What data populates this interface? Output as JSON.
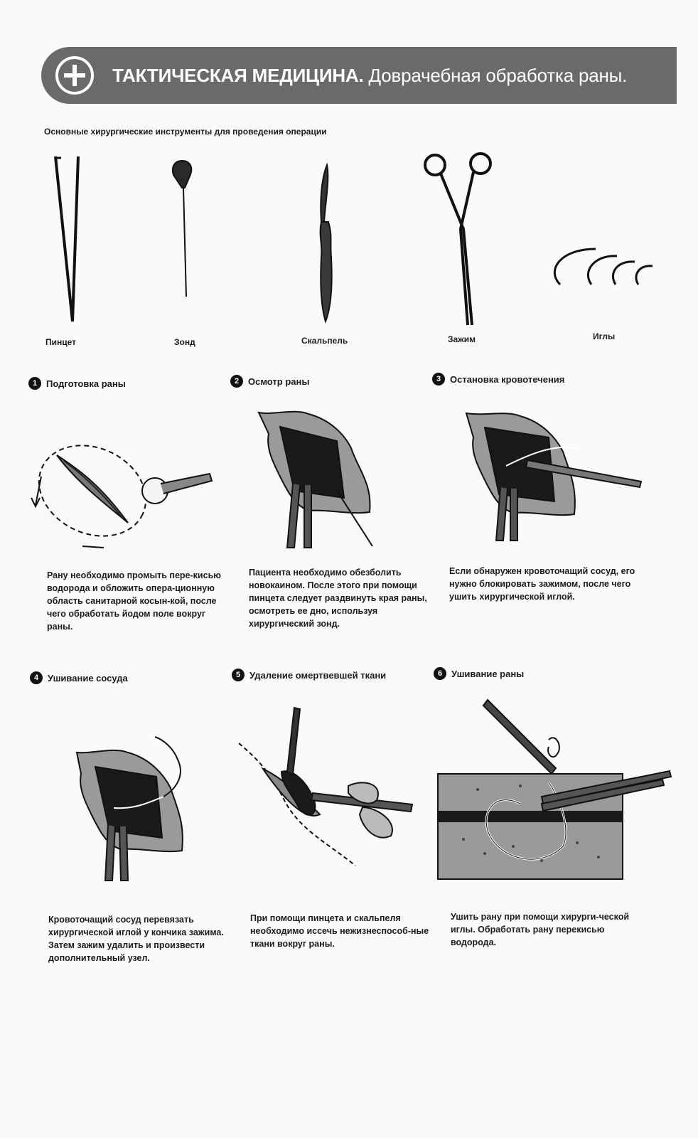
{
  "header": {
    "title_main": "ТАКТИЧЕСКАЯ МЕДИЦИНА.",
    "title_sub": " Доврачебная обработка раны."
  },
  "instruments": {
    "heading": "Основные хирургические инструменты для проведения операции",
    "items": [
      {
        "label": "Пинцет",
        "icon": "tweezers-icon"
      },
      {
        "label": "Зонд",
        "icon": "probe-icon"
      },
      {
        "label": "Скальпель",
        "icon": "scalpel-icon"
      },
      {
        "label": "Зажим",
        "icon": "clamp-icon"
      },
      {
        "label": "Иглы",
        "icon": "needles-icon"
      }
    ]
  },
  "steps": [
    {
      "num": "1",
      "title": "Подготовка раны",
      "text": "Рану необходимо промыть пере-кисью водорода и обложить опера-ционную область санитарной косын-кой, после чего обработать йодом поле вокруг раны."
    },
    {
      "num": "2",
      "title": "Осмотр раны",
      "text": "Пациента необходимо обезболить новокаином. После этого при помощи пинцета следует раздвинуть края раны, осмотреть ее дно, используя хирургический зонд."
    },
    {
      "num": "3",
      "title": "Остановка кровотечения",
      "text": "Если обнаружен кровоточащий сосуд, его нужно блокировать зажимом, после чего ушить хирургической иглой."
    },
    {
      "num": "4",
      "title": "Ушивание сосуда",
      "text": "Кровоточащий сосуд перевязать хирургической иглой у кончика зажима. Затем зажим удалить и произвести дополнительный узел."
    },
    {
      "num": "5",
      "title": "Удаление омертвевшей ткани",
      "text": "При помощи пинцета и скальпеля необходимо иссечь нежизнеспособ-ные ткани вокруг раны."
    },
    {
      "num": "6",
      "title": "Ушивание раны",
      "text": "Ушить рану при помощи хирурги-ческой иглы. Обработать рану перекисью водорода."
    }
  ]
}
